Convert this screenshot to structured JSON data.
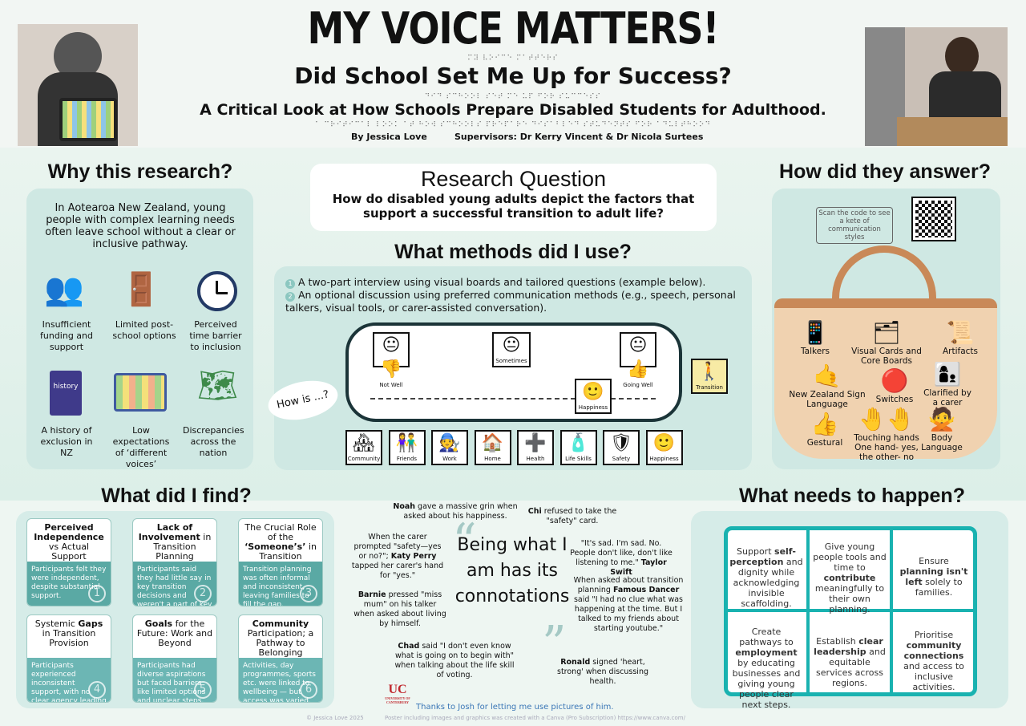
{
  "header": {
    "title": "MY VOICE MATTERS!",
    "subtitle": "Did School Set Me Up for Success?",
    "subtitle2": "A Critical Look at How Schools Prepare Disabled Students for Adulthood.",
    "author": "By Jessica Love",
    "supervisors": "Supervisors: Dr Kerry Vincent & Dr Nicola Surtees",
    "braille1": "⠍⠽ ⠧⠕⠊⠉⠑ ⠍⠁⠞⠞⠑⠗⠎",
    "braille2": "⠙⠊⠙ ⠎⠉⠓⠕⠕⠇ ⠎⠑⠞ ⠍⠑ ⠥⠏ ⠋⠕⠗ ⠎⠥⠉⠉⠑⠎⠎",
    "braille3": "⠁ ⠉⠗⠊⠞⠊⠉⠁⠇ ⠇⠕⠕⠅ ⠁⠞ ⠓⠕⠺ ⠎⠉⠓⠕⠕⠇⠎ ⠏⠗⠑⠏⠁⠗⠑ ⠙⠊⠎⠁⠃⠇⠑⠙ ⠎⠞⠥⠙⠑⠝⠞⠎ ⠋⠕⠗ ⠁⠙⠥⠇⠞⠓⠕⠕⠙"
  },
  "why": {
    "heading": "Why this research?",
    "intro": "In Aotearoa New Zealand, young people with complex learning needs often leave school without a clear or inclusive pathway.",
    "items": [
      {
        "label": "Insufficient funding and support",
        "icon": "people-icon"
      },
      {
        "label": "Limited post-school options",
        "icon": "doors-icon"
      },
      {
        "label": "Perceived time barrier to inclusion",
        "icon": "clock-icon"
      },
      {
        "label": "A history of exclusion in NZ",
        "icon": "book-icon"
      },
      {
        "label": "Low expectations of ‘different voices’",
        "icon": "keyboard-icon"
      },
      {
        "label": "Discrepancies across the nation",
        "icon": "map-icon"
      }
    ],
    "book_text": "history"
  },
  "rq": {
    "heading": "Research Question",
    "text": "How do disabled young adults depict the factors that support a successful transition to adult life?"
  },
  "methods": {
    "heading": "What methods did I use?",
    "items": [
      "A two-part interview using visual boards and tailored questions (example below).",
      "An optional discussion using preferred communication methods (e.g., speech, personal talkers, visual tools, or carer-assisted conversation)."
    ],
    "scale": [
      "Not Well",
      "Sometimes",
      "Going Well"
    ],
    "happiness": "Happiness",
    "transition": "Transition",
    "bubble": "How is ...?",
    "tiles": [
      "Community",
      "Friends",
      "Work",
      "Home",
      "Health",
      "Life Skills",
      "Safety",
      "Happiness"
    ]
  },
  "how": {
    "heading": "How did they answer?",
    "qr_text": "Scan the code to see a kete of communication styles",
    "items": [
      "Talkers",
      "Visual Cards and Core Boards",
      "Artifacts",
      "New Zealand Sign Language",
      "Switches",
      "Clarified by a carer",
      "Gestural",
      "Touching hands One hand- yes, the other- no",
      "Body Language"
    ]
  },
  "find": {
    "heading": "What did I find?",
    "cards": [
      {
        "pre": "",
        "bold": "Perceived Independence",
        "post": " vs Actual Support",
        "body": "Participants felt they were independent, despite substantial support.",
        "num": "1"
      },
      {
        "pre": "",
        "bold": "Lack of Involvement",
        "post": " in Transition Planning",
        "body": "Participants said they had little say in key transition decisions and weren't a part of key meetings.",
        "num": "2"
      },
      {
        "pre": "The Crucial Role of the ",
        "bold": "‘Someone’s’",
        "post": " in Transition",
        "body": "Transition planning was often informal and inconsistent, leaving families to fill the gap.",
        "num": "3"
      },
      {
        "pre": "Systemic ",
        "bold": "Gaps",
        "post": " in Transition Provision",
        "body": "Participants experienced inconsistent support, with no clear agency leading transition.",
        "num": "4"
      },
      {
        "pre": "",
        "bold": "Goals",
        "post": " for the Future: Work and Beyond",
        "body": "Participants had diverse aspirations but faced barriers like limited options and unclear steps.",
        "num": "5"
      },
      {
        "pre": "",
        "bold": "Community",
        "post": " Participation; a Pathway to Belonging",
        "body": "Activities, day programmes, sports etc. were linked to wellbeing — but access was varied.",
        "num": "6"
      }
    ]
  },
  "quotes": {
    "center": "Being what I am has its connotations",
    "q1": {
      "name": "Noah",
      "text": " gave a massive grin when asked about his happiness."
    },
    "q2": {
      "name": "Chi",
      "text": " refused to take the \"safety\" card."
    },
    "q3": {
      "pre": "When the carer prompted \"safety—yes or no?\"; ",
      "name": "Katy Perry",
      "text": " tapped her carer's hand for \"yes.\""
    },
    "q4": {
      "pre": "\"It's sad. I'm sad. No. People don't like, don't like listening to me.\" ",
      "name": "Taylor Swift"
    },
    "q5": {
      "pre": "When asked about transition planning ",
      "name": "Famous Dancer",
      "text": " said \"I had no clue what was happening at the time. But I talked to my friends about starting youtube.\""
    },
    "q6": {
      "name": "Barnie",
      "text": " pressed \"miss mum\" on his talker when asked about living by himself."
    },
    "q7": {
      "name": "Chad",
      "text": " said \"I don't even know what is going on to begin with\" when talking about the life skill of voting."
    },
    "q8": {
      "name": "Ronald",
      "text": " signed 'heart, strong' when discussing health."
    }
  },
  "need": {
    "heading": "What needs to happen?",
    "p1": {
      "a": "Support ",
      "b": "self-perception",
      "c": " and dignity while acknowledging invisible scaffolding."
    },
    "p2": {
      "a": "Give young people tools and time to ",
      "b": "contribute",
      "c": " meaningfully to their own planning."
    },
    "p3": {
      "a": "Ensure ",
      "b": "planning isn't left",
      "c": " solely to families."
    },
    "p4": {
      "a": "Create pathways to ",
      "b": "employment",
      "c": " by educating businesses and giving young people clear next steps."
    },
    "p5": {
      "a": "Establish ",
      "b": "clear leadership",
      "c": " and equitable services across regions."
    },
    "p6": {
      "a": "Prioritise ",
      "b": "community connections",
      "c": " and access to inclusive activities."
    }
  },
  "footer": {
    "thanks": "Thanks to Josh for letting me use pictures of him.",
    "copyright": "© Jessica Love 2025",
    "credit": "Poster including images and graphics was created with a Canva (Pro Subscription) https://www.canva.com/",
    "logo": "UC",
    "logo_sub": "UNIVERSITY OF CANTERBURY"
  },
  "colors": {
    "teal": "#5aa9a4",
    "teal_light": "#cfe8e3",
    "card_bottom": "#6fb7b5",
    "puzzle": "#19b2b0"
  }
}
